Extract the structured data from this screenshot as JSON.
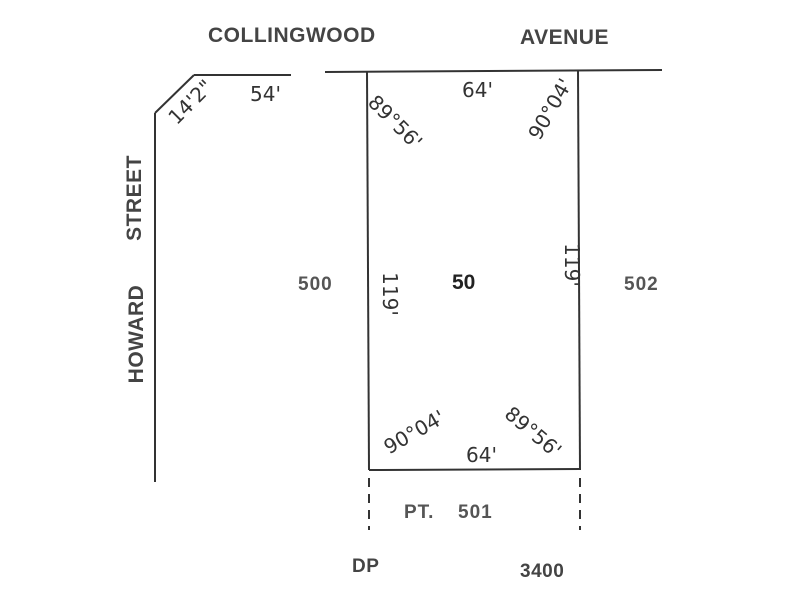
{
  "streets": {
    "north": "COLLINGWOOD",
    "north_suffix": "AVENUE",
    "west": "HOWARD",
    "west_suffix": "STREET"
  },
  "lots": {
    "main": "50",
    "west": "500",
    "east": "502",
    "south_prefix": "PT.",
    "south": "501"
  },
  "dimensions": {
    "top": "64'",
    "bottom": "64'",
    "left": "119'",
    "right": "119'",
    "corner_truncation": "14'2\"",
    "frontage_west_segment": "54'"
  },
  "angles": {
    "top_left": "89°56'",
    "top_right": "90°04'",
    "bottom_left": "90°04'",
    "bottom_right": "89°56'"
  },
  "plan": {
    "prefix": "DP",
    "number": "3400"
  },
  "colors": {
    "line": "#333333",
    "text": "#333333"
  }
}
